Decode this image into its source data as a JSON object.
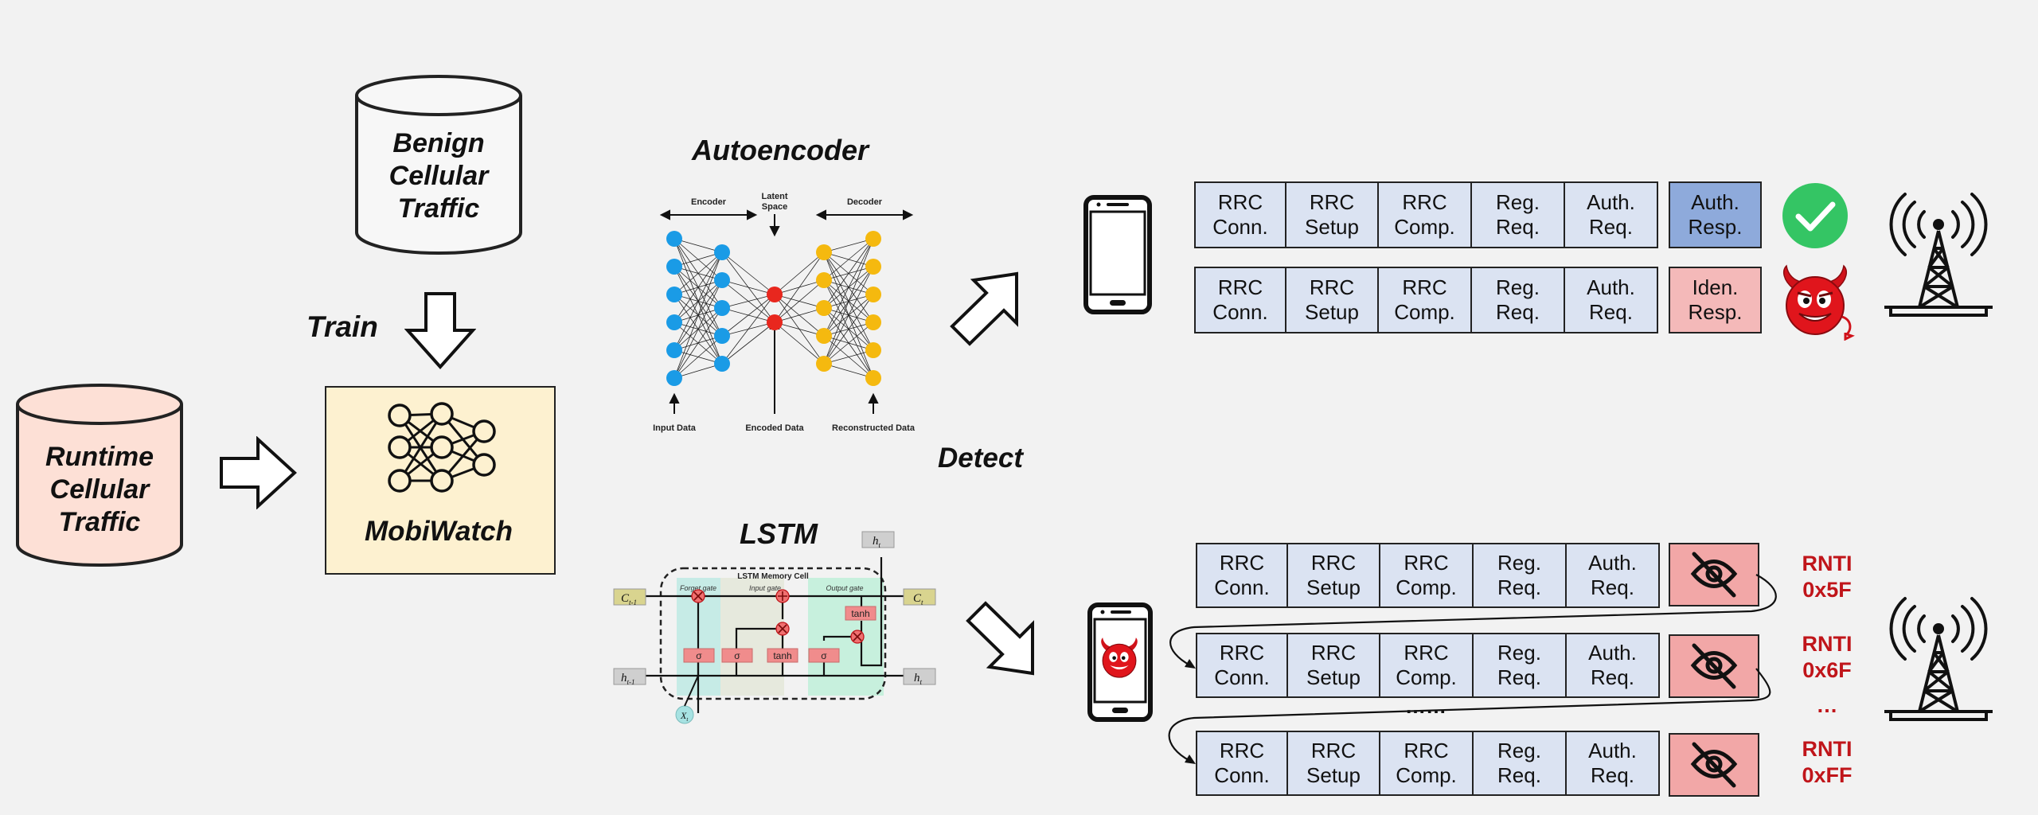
{
  "train_label": "Train",
  "detect_label": "Detect",
  "benign_db": {
    "line1": "Benign",
    "line2": "Cellular",
    "line3": "Traffic"
  },
  "runtime_db": {
    "line1": "Runtime",
    "line2": "Cellular",
    "line3": "Traffic"
  },
  "mobiwatch_label": "MobiWatch",
  "autoencoder": {
    "title": "Autoencoder",
    "encoder": "Encoder",
    "latent_1": "Latent",
    "latent_2": "Space",
    "decoder": "Decoder",
    "input": "Input Data",
    "encoded": "Encoded Data",
    "reconstructed": "Reconstructed Data"
  },
  "lstm": {
    "title": "LSTM",
    "cell_title": "LSTM Memory Cell",
    "forget_gate": "Forget gate",
    "input_gate": "Input gate",
    "output_gate": "Output gate",
    "c_prev": "C",
    "c_prev_sub": "t-1",
    "c_next": "C",
    "c_next_sub": "t",
    "h_prev": "h",
    "h_prev_sub": "t-1",
    "h_next": "h",
    "h_next_sub": "t",
    "h_top": "h",
    "h_top_sub": "t",
    "x": "X",
    "x_sub": "t",
    "sigma": "σ",
    "tanh": "tanh"
  },
  "messages": {
    "rrc_conn": [
      "RRC",
      "Conn."
    ],
    "rrc_setup": [
      "RRC",
      "Setup"
    ],
    "rrc_comp": [
      "RRC",
      "Comp."
    ],
    "reg_req": [
      "Reg.",
      "Req."
    ],
    "auth_req": [
      "Auth.",
      "Req."
    ],
    "auth_resp": [
      "Auth.",
      "Resp."
    ],
    "iden_resp": [
      "Iden.",
      "Resp."
    ]
  },
  "rnti": [
    {
      "line1": "RNTI",
      "line2": "0x5F"
    },
    {
      "line1": "RNTI",
      "line2": "0x6F"
    },
    {
      "line1": "RNTI",
      "line2": "0xFF"
    }
  ],
  "dots_middle": "……",
  "dots_rnti": "…",
  "colors": {
    "msg_fill": "#dbe3f2",
    "auth_resp_fill": "#8eaadb",
    "iden_resp_fill": "#f4b9b9",
    "blocked_fill": "#f2a7a7",
    "check_green": "#34c564",
    "rnti_red": "#c0151a",
    "runtime_db_fill": "#fde0d6",
    "mobiwatch_fill": "#fdf1d0"
  },
  "icons": [
    "database-icon",
    "neural-network-icon",
    "hollow-arrow-icon",
    "smartphone-icon",
    "check-icon",
    "devil-icon",
    "cell-tower-icon",
    "eye-slash-icon"
  ]
}
